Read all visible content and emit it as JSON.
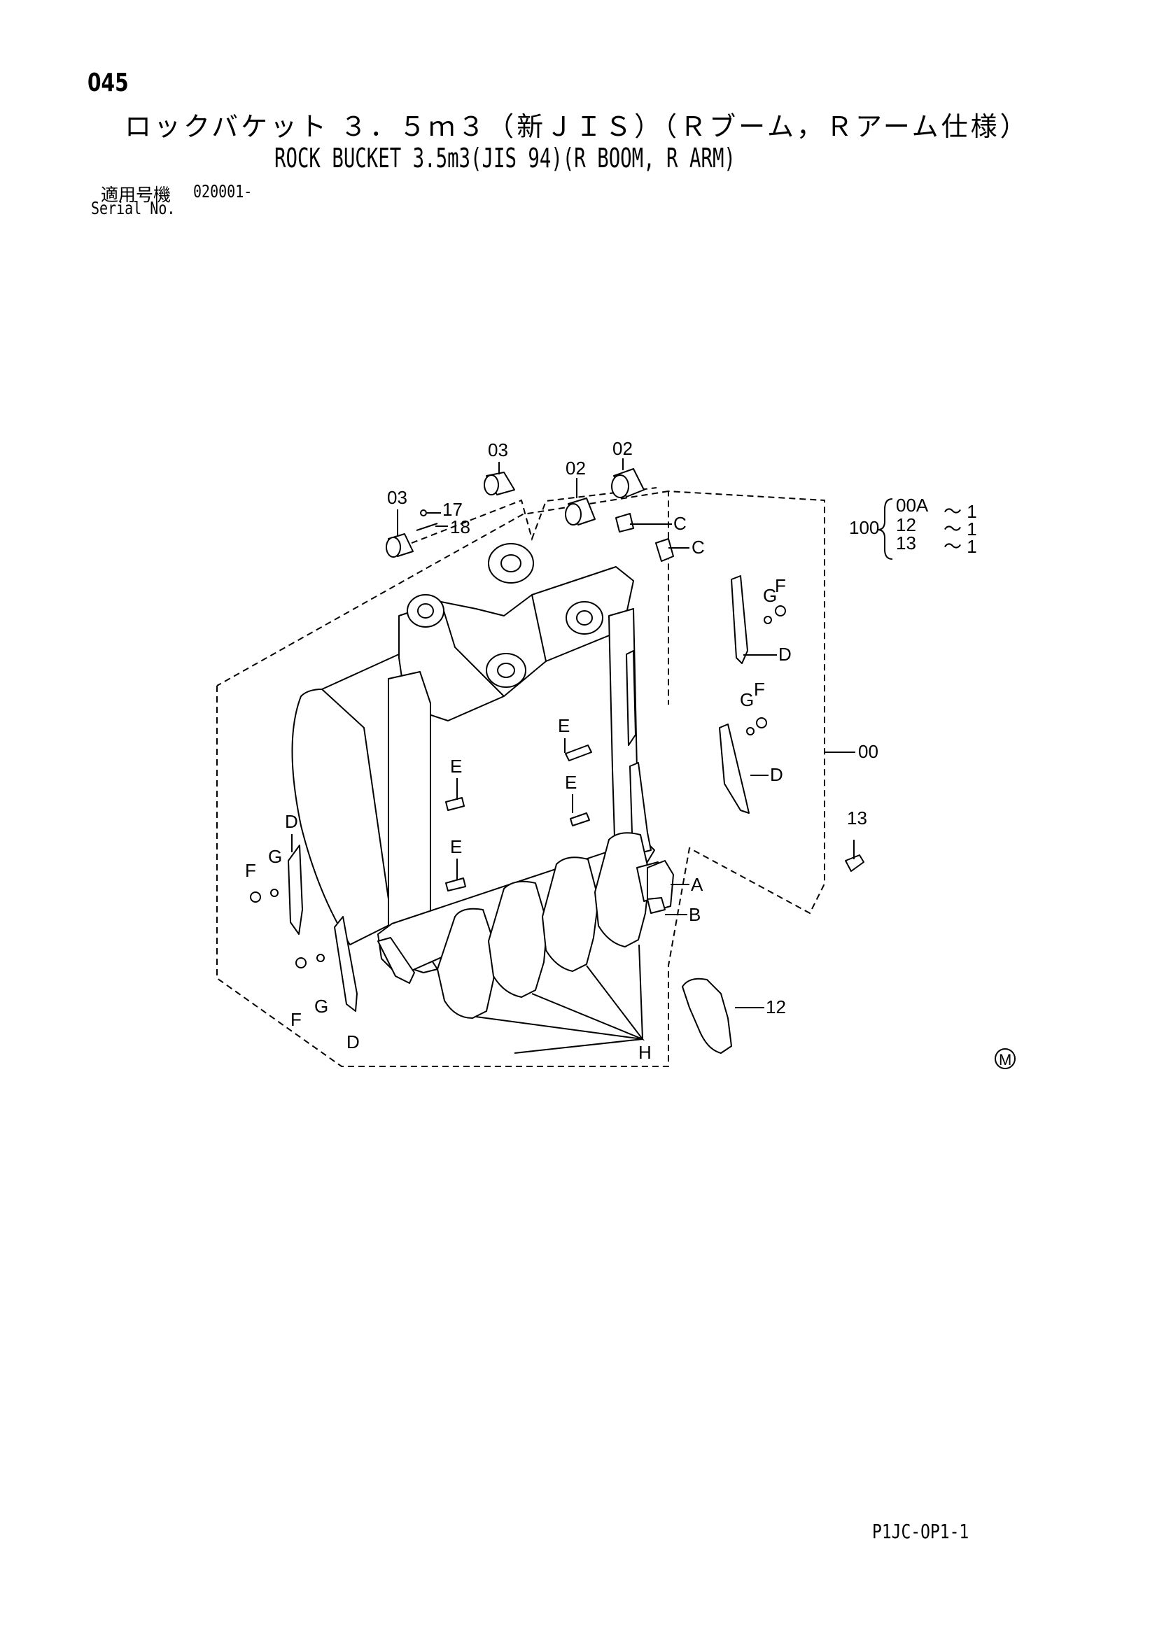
{
  "page_number": "045",
  "title_jp": "ロックバケット ３．５ｍ３（新ＪＩＳ）（Ｒブーム，Ｒアーム仕様）",
  "title_en": "ROCK BUCKET 3.5m3(JIS 94)(R BOOM, R ARM)",
  "serial": {
    "label_jp": "適用号機",
    "value": "020001-",
    "label_en": "Serial No."
  },
  "callouts": {
    "p03_top": "03",
    "p03_left": "03",
    "p02_top": "02",
    "p02_mid": "02",
    "p17": "17",
    "p18": "18",
    "c1": "C",
    "c2": "C",
    "g1": "G",
    "f1": "F",
    "d1": "D",
    "g2": "G",
    "f2": "F",
    "d2": "D",
    "p00": "00",
    "e1": "E",
    "e2": "E",
    "e3": "E",
    "e4": "E",
    "d3": "D",
    "g3": "G",
    "f3": "F",
    "f4": "F",
    "g4": "G",
    "d4": "D",
    "a": "A",
    "b": "B",
    "h": "H",
    "p13": "13",
    "p12": "12"
  },
  "kit": {
    "number": "100",
    "rows": [
      {
        "part": "00A",
        "qty": "～ 1"
      },
      {
        "part": "12",
        "qty": "～ 1"
      },
      {
        "part": "13",
        "qty": "～ 1"
      }
    ]
  },
  "mark_symbol": "M",
  "footer_code": "P1JC-OP1-1"
}
